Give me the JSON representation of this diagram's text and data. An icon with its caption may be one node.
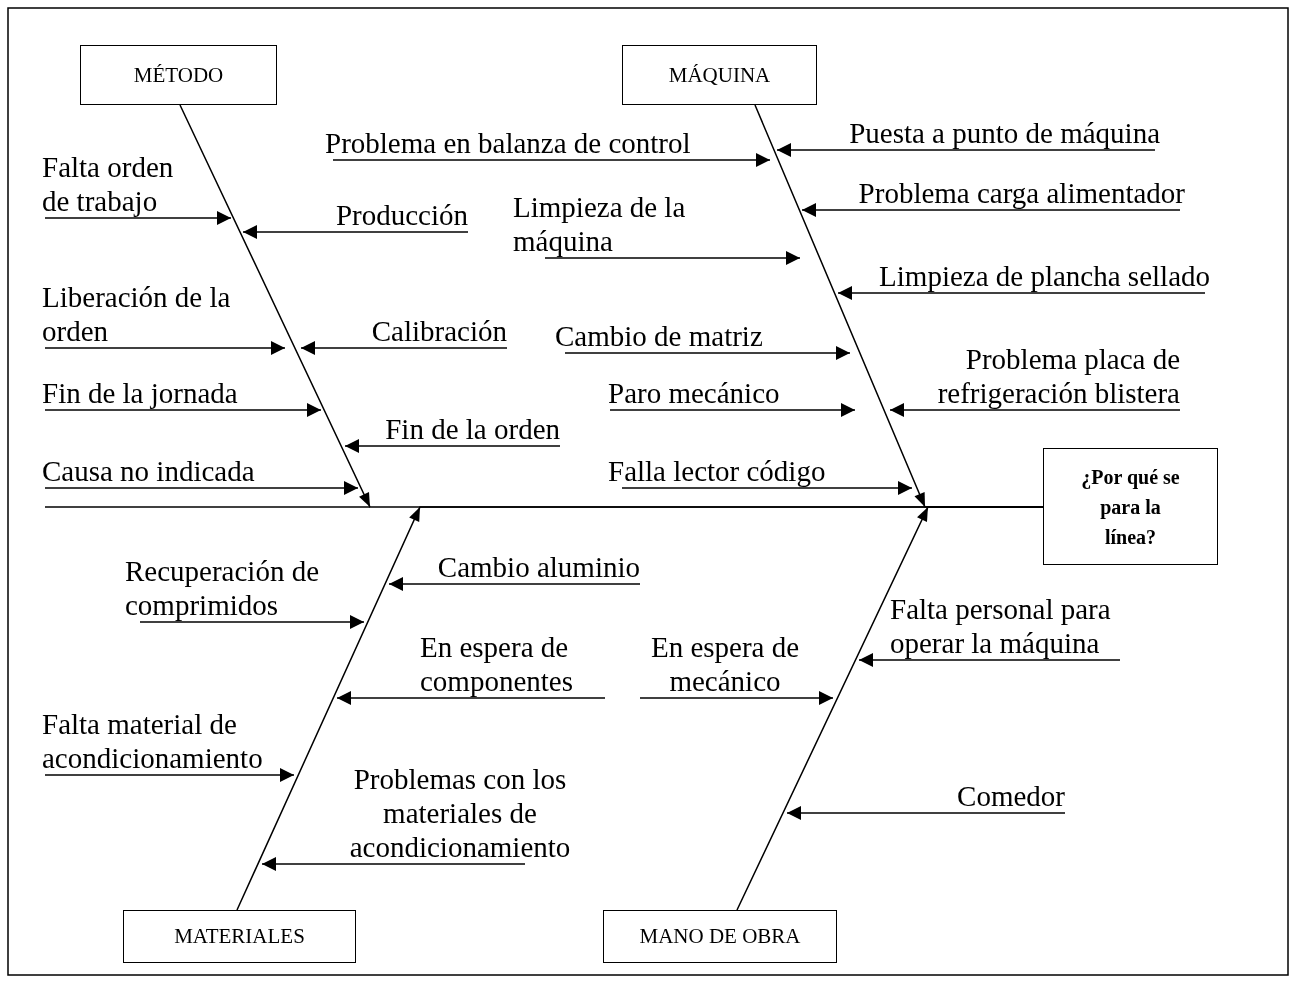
{
  "diagram": {
    "nodes": [
      {
        "text": [
          "MÉTODO"
        ]
      },
      {
        "text": [
          "MÁQUINA"
        ]
      },
      {
        "text": [
          "Falta orden de trabajo"
        ]
      },
      {
        "text": [
          "Producción"
        ]
      },
      {
        "text": [
          "Liberación de la orden"
        ]
      },
      {
        "text": [
          "Calibración"
        ]
      },
      {
        "text": [
          "Fin de la jornada"
        ]
      },
      {
        "text": [
          "Fin de la orden"
        ]
      },
      {
        "text": [
          "Causa no indicada"
        ]
      },
      {
        "text": [
          "Problema en balanza de control"
        ]
      },
      {
        "text": [
          "Puesta a punto de máquina"
        ]
      },
      {
        "text": [
          "Limpieza de la máquina"
        ]
      },
      {
        "text": [
          "Problema carga alimentador"
        ]
      },
      {
        "text": [
          "Limpieza de plancha sellado"
        ]
      },
      {
        "text": [
          "Cambio de matriz"
        ]
      },
      {
        "text": [
          "Problema placa de refrigeración blistera"
        ]
      },
      {
        "text": [
          "Paro mecánico"
        ]
      },
      {
        "text": [
          "Falla lector código"
        ]
      },
      {
        "text": [
          "¿Por qué se para la línea?"
        ]
      },
      {
        "text": [
          "Recuperación de comprimidos"
        ]
      },
      {
        "text": [
          "Cambio aluminio"
        ]
      },
      {
        "text": [
          "En espera de componentes"
        ]
      },
      {
        "text": [
          "Falta material de acondicionamiento"
        ]
      },
      {
        "text": [
          "Problemas con los materiales de acondicionamiento"
        ]
      },
      {
        "text": [
          "En espera de mecánico"
        ]
      },
      {
        "text": [
          "Falta personal para operar la máquina"
        ]
      },
      {
        "text": [
          "Comedor"
        ]
      },
      {
        "text": [
          "MATERIALES"
        ]
      },
      {
        "text": [
          "MANO DE OBRA"
        ]
      }
    ],
    "edges": [
      {
        "from": 0,
        "to": 18,
        "arrow": "to"
      },
      {
        "from": 1,
        "to": 18,
        "arrow": "to"
      },
      {
        "from": 27,
        "to": 18,
        "arrow": "to"
      },
      {
        "from": 28,
        "to": 18,
        "arrow": "to"
      },
      {
        "from": 2,
        "to": null,
        "arrow": "to"
      },
      {
        "from": 3,
        "to": null,
        "arrow": "to"
      },
      {
        "from": 4,
        "to": null,
        "arrow": "to"
      },
      {
        "from": 5,
        "to": null,
        "arrow": "to"
      },
      {
        "from": 6,
        "to": null,
        "arrow": "to"
      },
      {
        "from": 7,
        "to": null,
        "arrow": "to"
      },
      {
        "from": 8,
        "to": null,
        "arrow": "to"
      },
      {
        "from": 9,
        "to": null,
        "arrow": "to"
      },
      {
        "from": 10,
        "to": null,
        "arrow": "to"
      },
      {
        "from": 11,
        "to": null,
        "arrow": "to"
      },
      {
        "from": 12,
        "to": null,
        "arrow": "to"
      },
      {
        "from": 13,
        "to": null,
        "arrow": "to"
      },
      {
        "from": 14,
        "to": null,
        "arrow": "to"
      },
      {
        "from": 15,
        "to": null,
        "arrow": "to"
      },
      {
        "from": 16,
        "to": null,
        "arrow": "to"
      },
      {
        "from": 17,
        "to": null,
        "arrow": "to"
      },
      {
        "from": 19,
        "to": null,
        "arrow": "to"
      },
      {
        "from": 20,
        "to": null,
        "arrow": "to"
      },
      {
        "from": 21,
        "to": null,
        "arrow": "to"
      },
      {
        "from": 22,
        "to": null,
        "arrow": "to"
      },
      {
        "from": 23,
        "to": null,
        "arrow": "to"
      },
      {
        "from": 24,
        "to": null,
        "arrow": "to"
      },
      {
        "from": 25,
        "to": null,
        "arrow": "to"
      },
      {
        "from": 26,
        "to": null,
        "arrow": "to"
      }
    ]
  }
}
